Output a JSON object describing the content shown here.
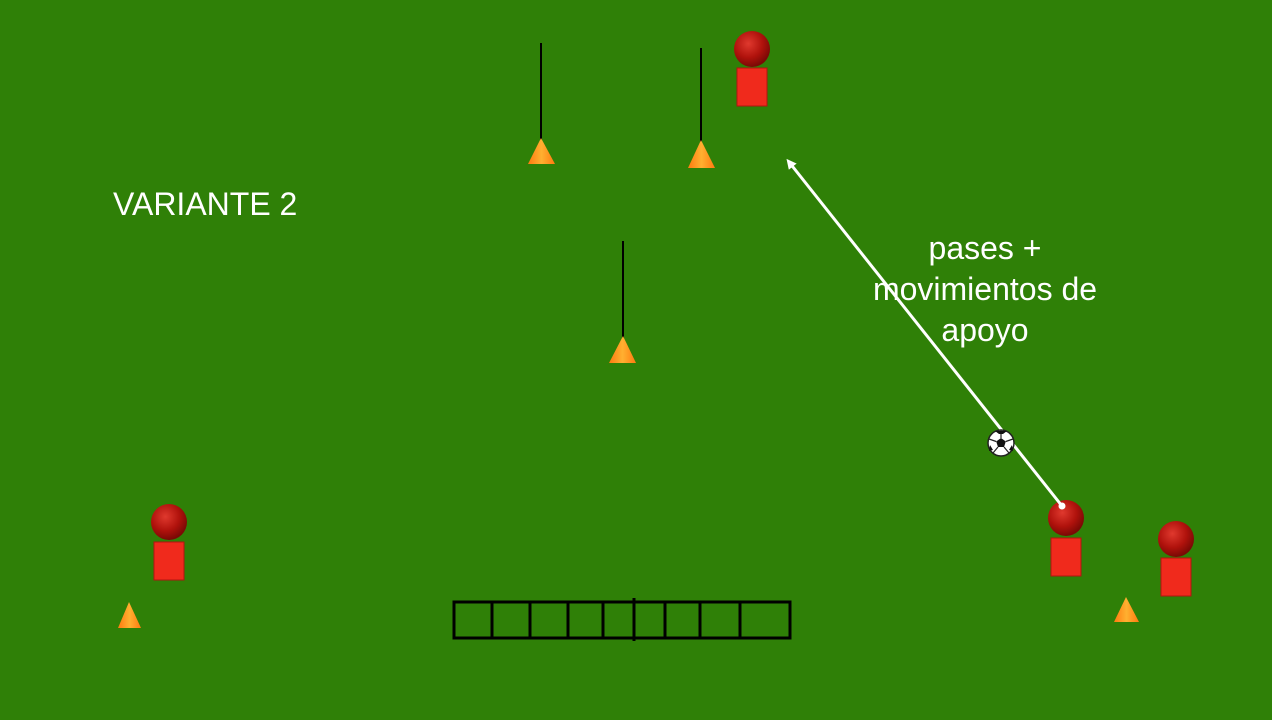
{
  "scene": {
    "title": "VARIANTE 2",
    "note_lines": [
      "pases +",
      "movimientos de",
      "apoyo"
    ],
    "colors": {
      "field": "#2f8007",
      "player_head": "#b0120c",
      "player_body": "#f02a1c",
      "cone": "#ff8a1c",
      "pole": "#000000",
      "arrow": "#ffffff",
      "ladder": "#000000"
    },
    "icons": {
      "player": "player-marker-icon",
      "cone": "cone-icon",
      "pole": "pole-icon",
      "ball": "soccer-ball-icon",
      "ladder": "agility-ladder-icon",
      "arrow": "pass-arrow-icon"
    }
  }
}
